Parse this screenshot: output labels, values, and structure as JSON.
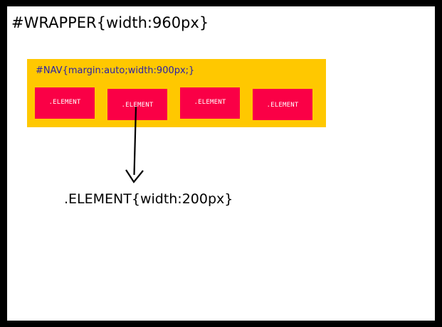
{
  "diagram": {
    "title_label": "#WRAPPER{width:960px}",
    "caption_label": ".ELEMENT{width:200px}",
    "colors": {
      "canvas_background": "#ffffff",
      "frame_border": "#000000",
      "nav_background": "#ffc800",
      "nav_text": "#2a21a8",
      "element_background": "#fa0046",
      "element_text": "#ffffff",
      "arrow": "#000000",
      "title_text": "#000000"
    },
    "nav": {
      "label": "#NAV{margin:auto;width:900px;}",
      "elements": [
        {
          "label": ".ELEMENT"
        },
        {
          "label": ".ELEMENT"
        },
        {
          "label": ".ELEMENT"
        },
        {
          "label": ".ELEMENT"
        }
      ]
    },
    "annotation": {
      "arrow_from": "second .ELEMENT box",
      "arrow_to": ".ELEMENT{width:200px}"
    }
  }
}
